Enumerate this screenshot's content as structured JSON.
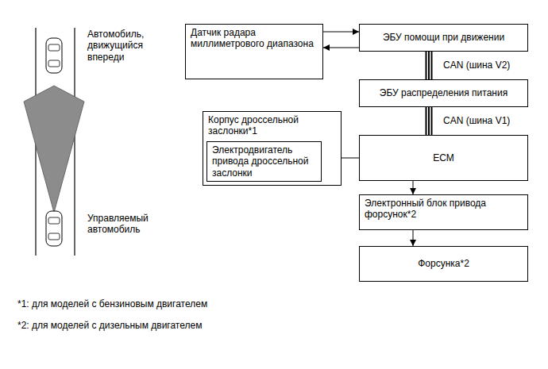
{
  "diagram": {
    "nodes": [
      {
        "text": [
          "Датчик радара миллиметрового диапазона"
        ]
      },
      {
        "text": [
          "ЭБУ помощи при движении"
        ]
      },
      {
        "text": [
          "ЭБУ распределения питания"
        ]
      },
      {
        "text": [
          "Корпус дроссельной заслонки*1"
        ]
      },
      {
        "text": [
          "Электродвигатель привода дроссельной заслонки"
        ],
        "in": 3
      },
      {
        "text": [
          "ECM"
        ]
      },
      {
        "text": [
          "Электронный блок привода форсунок*2"
        ]
      },
      {
        "text": [
          "Форсунка*2"
        ]
      }
    ],
    "edges": [
      {
        "from": 0,
        "to": 1,
        "arrow": "to"
      },
      {
        "from": 1,
        "to": 0,
        "arrow": "to"
      },
      {
        "from": 1,
        "to": 2,
        "label": "CAN (шина V2)",
        "arrow": "none"
      },
      {
        "from": 2,
        "to": 5,
        "label": "CAN (шина V1)",
        "arrow": "none"
      },
      {
        "from": 5,
        "to": 4,
        "arrow": "to"
      },
      {
        "from": 5,
        "to": 6,
        "arrow": "to"
      },
      {
        "from": 6,
        "to": 7,
        "arrow": "to"
      }
    ],
    "labels": [
      "Автомобиль, движущийся впереди",
      "Управляемый автомобиль",
      "*1: для моделей с бензиновым двигателем",
      "*2: для моделей с дизельным двигателем"
    ]
  }
}
